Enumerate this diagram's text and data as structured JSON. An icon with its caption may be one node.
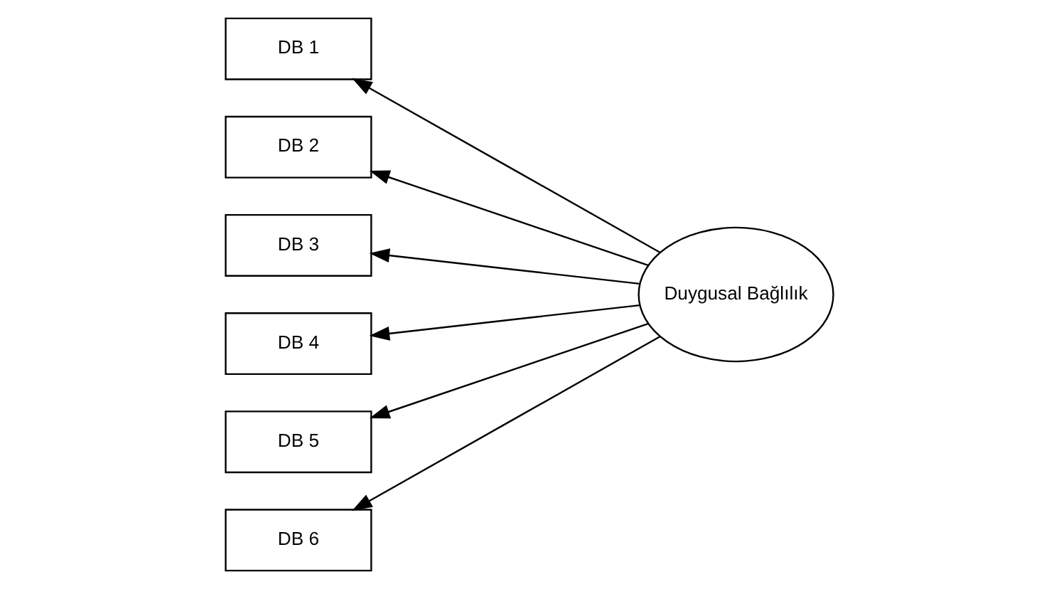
{
  "diagram": {
    "nodes": [
      {
        "text": [
          "DB 1"
        ]
      },
      {
        "text": [
          "DB 2"
        ]
      },
      {
        "text": [
          "DB 3"
        ]
      },
      {
        "text": [
          "DB 4"
        ]
      },
      {
        "text": [
          "DB 5"
        ]
      },
      {
        "text": [
          "DB 6"
        ]
      },
      {
        "text": [
          "Duygusal Bağlılık"
        ]
      }
    ],
    "edges": [
      {
        "from": 6,
        "to": 0,
        "arrow": "to"
      },
      {
        "from": 6,
        "to": 1,
        "arrow": "to"
      },
      {
        "from": 6,
        "to": 2,
        "arrow": "to"
      },
      {
        "from": 6,
        "to": 3,
        "arrow": "to"
      },
      {
        "from": 6,
        "to": 4,
        "arrow": "to"
      },
      {
        "from": 6,
        "to": 5,
        "arrow": "to"
      }
    ]
  }
}
